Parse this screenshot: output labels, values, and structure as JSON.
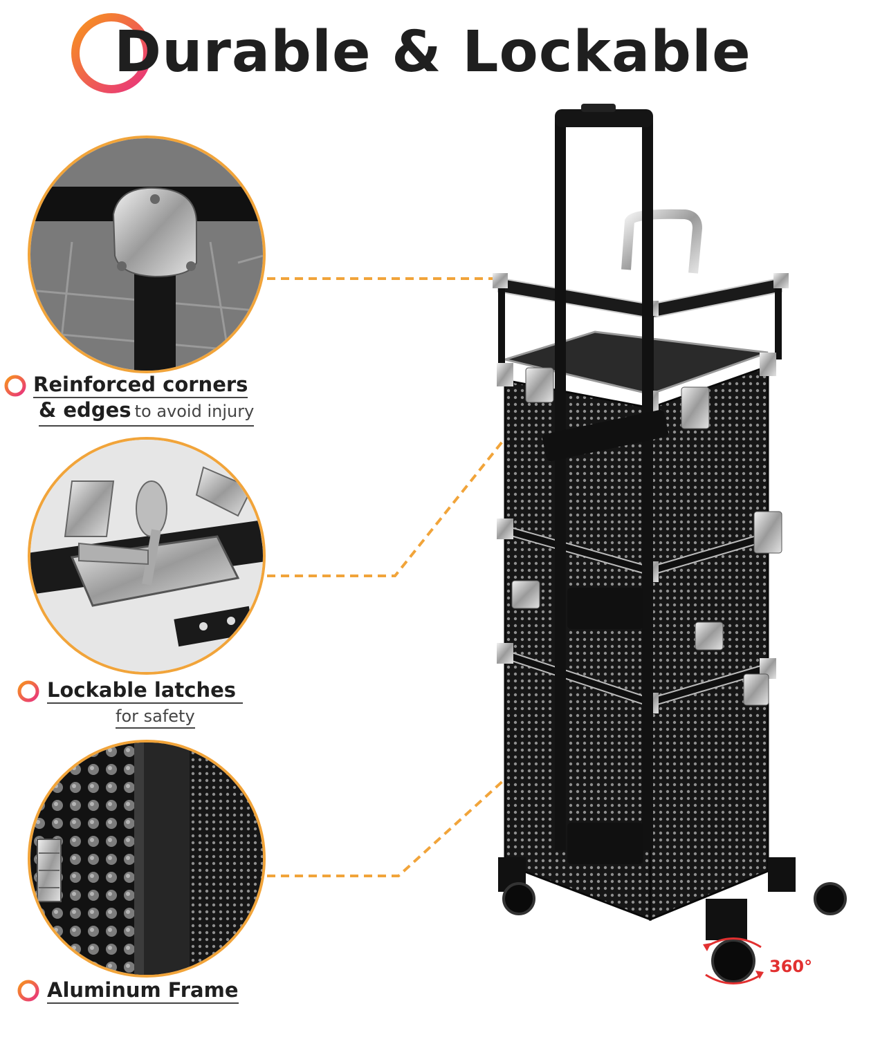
{
  "header": {
    "title": "Durable & Lockable"
  },
  "features": [
    {
      "title": "Reinforced corners",
      "title2": "& edges",
      "subtitle": "to avoid injury"
    },
    {
      "title": "Lockable latches",
      "subtitle": "for safety"
    },
    {
      "title": "Aluminum Frame"
    }
  ],
  "wheel": {
    "rotation_label": "360°"
  },
  "colors": {
    "accent_orange": "#f1a43a",
    "ring_pink": "#e8327e",
    "ring_orange": "#f7941d",
    "case_black": "#1a1a1a",
    "chrome": "#c9c9c9"
  }
}
